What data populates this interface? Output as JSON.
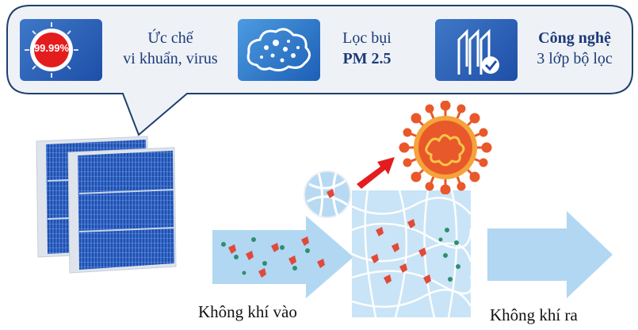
{
  "features": [
    {
      "id": "antibacterial",
      "icon": "shield-percent-icon",
      "badge": "99.99%",
      "line1": "Ức chế",
      "line2": "vi khuẩn, virus"
    },
    {
      "id": "pm25",
      "icon": "dust-cloud-icon",
      "line1": "Lọc bụi",
      "line2": "PM 2.5"
    },
    {
      "id": "three-layer",
      "icon": "filter-layers-icon",
      "line1": "Công nghệ",
      "line2": "3 lớp bộ lọc"
    }
  ],
  "diagram": {
    "air_in_label": "Không khí vào",
    "air_out_label": "Không khí ra"
  },
  "colors": {
    "callout_bg": "#eef2f7",
    "callout_border": "#1f3f6e",
    "text_navy": "#1d3a78",
    "filter_blue": "#1e4fa8",
    "arrow_blue": "#9fcdee",
    "virus_orange": "#e9582a",
    "accent_red": "#e31d1d"
  }
}
